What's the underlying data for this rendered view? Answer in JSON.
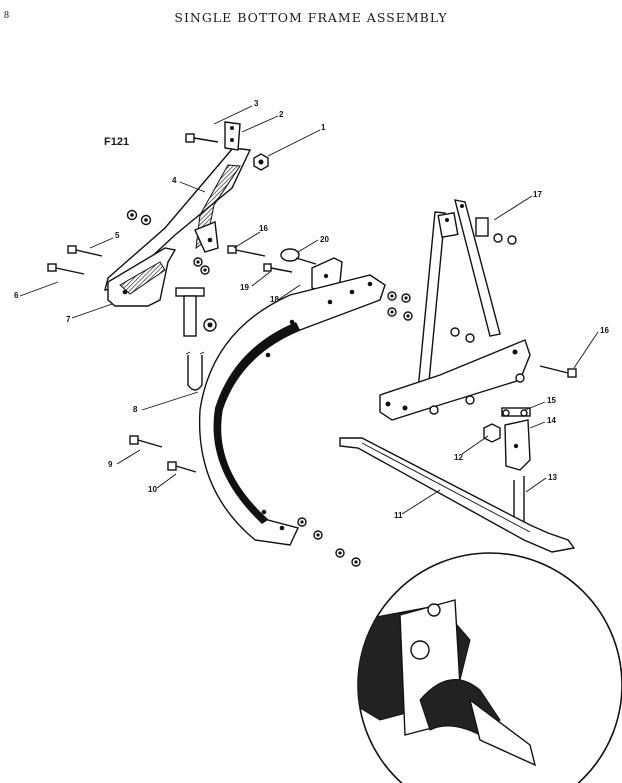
{
  "page_number": "8",
  "title": "SINGLE BOTTOM FRAME ASSEMBLY",
  "figure_id": "F121",
  "callouts": [
    "1",
    "2",
    "3",
    "4",
    "5",
    "6",
    "7",
    "8",
    "9",
    "10",
    "11",
    "12",
    "13",
    "14",
    "15",
    "16",
    "16",
    "17",
    "18",
    "19",
    "20"
  ],
  "colors": {
    "ink": "#111111",
    "paper": "#ffffff"
  }
}
